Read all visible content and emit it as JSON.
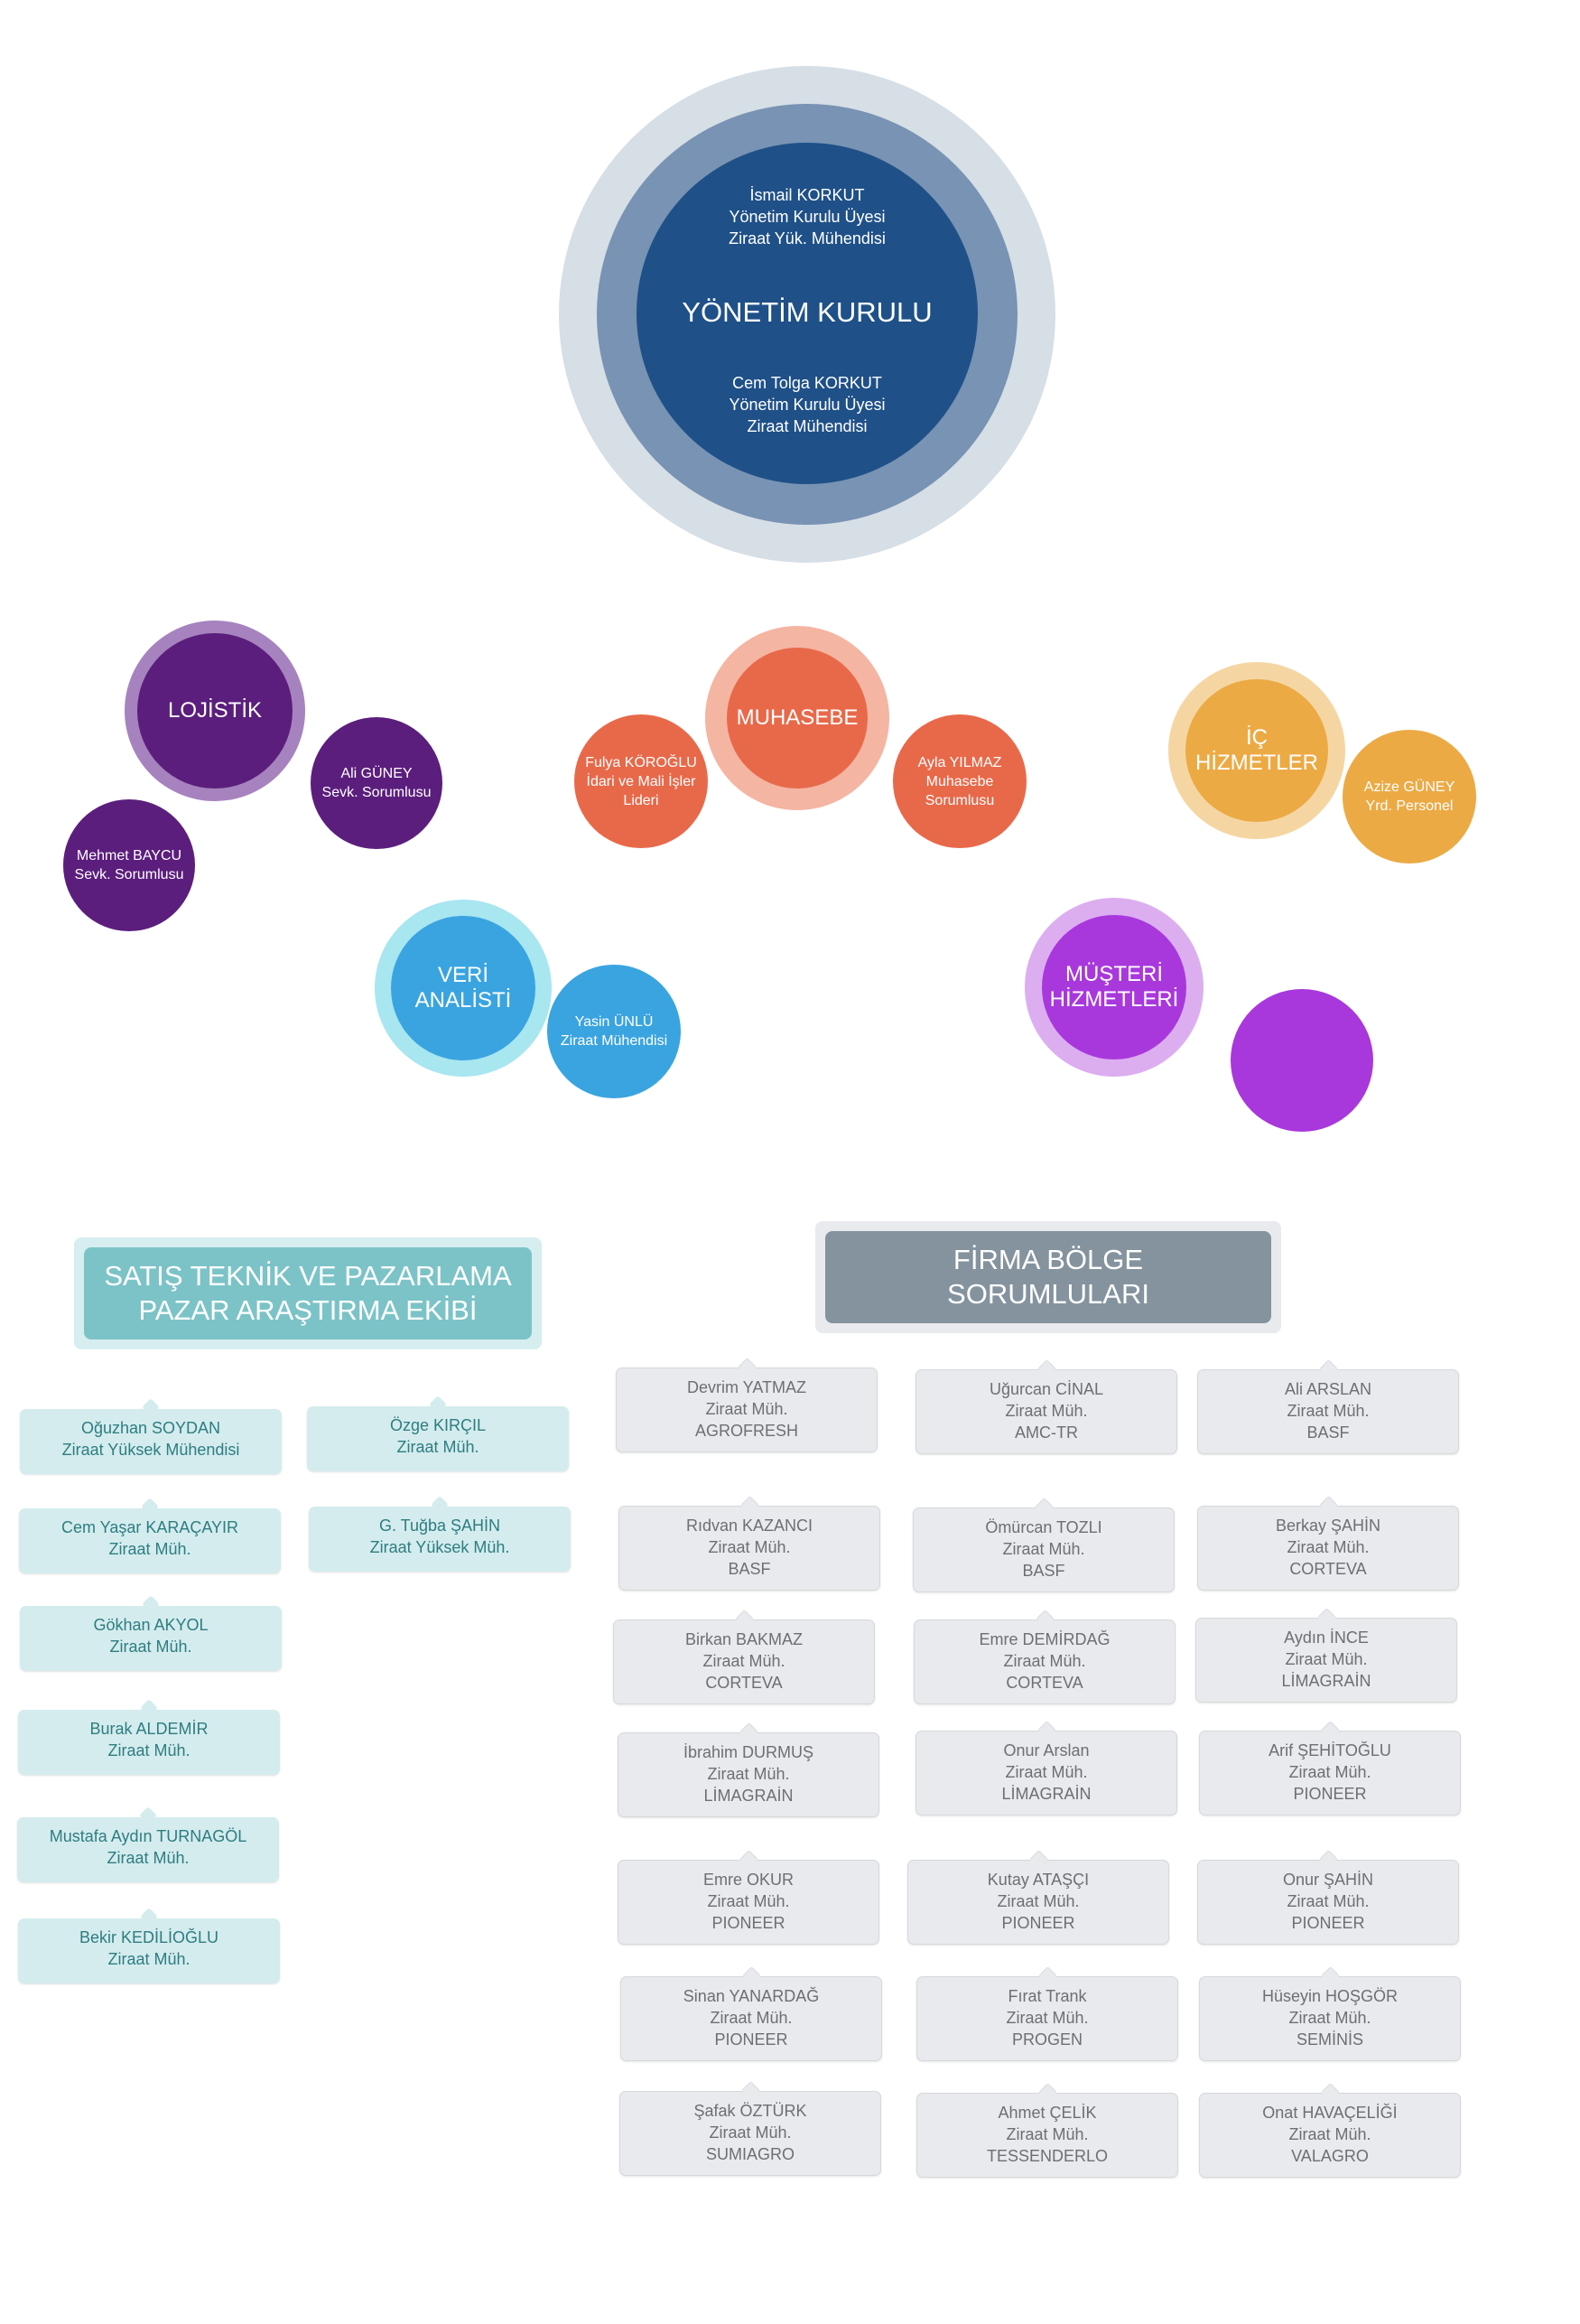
{
  "board": {
    "title": "YÖNETİM KURULU",
    "member1": "İsmail KORKUT\nYönetim Kurulu Üyesi\nZiraat Yük. Mühendisi",
    "member2": "Cem Tolga KORKUT\nYönetim Kurulu Üyesi\nZiraat Mühendisi"
  },
  "departments": {
    "lojistik": {
      "title": "LOJİSTİK",
      "staff": [
        "Ali GÜNEY\nSevk. Sorumlusu",
        "Mehmet BAYCU\nSevk. Sorumlusu"
      ]
    },
    "muhasebe": {
      "title": "MUHASEBE",
      "staff": [
        "Fulya KÖROĞLU\nİdari ve Mali İşler\nLideri",
        "Ayla YILMAZ\nMuhasebe\nSorumlusu"
      ]
    },
    "ic_hizmetler": {
      "title": "İÇ HİZMETLER",
      "staff": [
        "Azize GÜNEY\nYrd. Personel"
      ]
    },
    "veri_analisti": {
      "title": "VERİ\nANALİSTİ",
      "staff": [
        "Yasin ÜNLÜ\nZiraat Mühendisi"
      ]
    },
    "musteri_hizmetleri": {
      "title": "MÜŞTERİ\nHİZMETLERİ",
      "staff": [
        ""
      ]
    }
  },
  "sales_team": {
    "header": "SATIŞ TEKNİK VE PAZARLAMA\nPAZAR ARAŞTIRMA EKİBİ",
    "members": [
      "Oğuzhan SOYDAN\nZiraat Yüksek Mühendisi",
      "Özge KIRÇIL\nZiraat Müh.",
      "Cem Yaşar KARAÇAYIR\nZiraat Müh.",
      "G. Tuğba ŞAHİN\nZiraat Yüksek Müh.",
      "Gökhan AKYOL\nZiraat Müh.",
      "Burak ALDEMİR\nZiraat Müh.",
      "Mustafa Aydın TURNAGÖL\nZiraat Müh.",
      "Bekir KEDİLİOĞLU\nZiraat Müh."
    ]
  },
  "regional": {
    "header": "FİRMA BÖLGE\nSORUMLULARI",
    "members": [
      "Devrim YATMAZ\nZiraat Müh.\nAGROFRESH",
      "Uğurcan CİNAL\nZiraat Müh.\nAMC-TR",
      "Ali ARSLAN\nZiraat Müh.\nBASF",
      "Rıdvan KAZANCI\nZiraat Müh.\nBASF",
      "Ömürcan TOZLI\nZiraat Müh.\nBASF",
      "Berkay ŞAHİN\nZiraat Müh.\nCORTEVA",
      "Birkan BAKMAZ\nZiraat Müh.\nCORTEVA",
      "Emre DEMİRDAĞ\nZiraat Müh.\nCORTEVA",
      "Aydın İNCE\nZiraat Müh.\nLİMAGRAİN",
      "İbrahim DURMUŞ\nZiraat Müh.\nLİMAGRAİN",
      "Onur Arslan\nZiraat Müh.\nLİMAGRAİN",
      "Arif ŞEHİTOĞLU\nZiraat Müh.\nPIONEER",
      "Emre OKUR\nZiraat Müh.\nPIONEER",
      "Kutay ATAŞÇI\nZiraat Müh.\nPIONEER",
      "Onur ŞAHİN\nZiraat Müh.\nPIONEER",
      "Sinan YANARDAĞ\nZiraat Müh.\nPIONEER",
      "Fırat Trank\nZiraat Müh.\nPROGEN",
      "Hüseyin HOŞGÖR\nZiraat Müh.\nSEMİNİS",
      "Şafak ÖZTÜRK\nZiraat Müh.\nSUMIAGRO",
      "Ahmet ÇELİK\nZiraat Müh.\nTESSENDERLO",
      "Onat HAVAÇELİĞİ\nZiraat Müh.\nVALAGRO"
    ]
  },
  "colors": {
    "board_inner": "#1f5088",
    "lojistik": "#5b1e7d",
    "muhasebe": "#e8694a",
    "ic_hizmetler": "#ecaa45",
    "veri_analisti": "#3aa4e0",
    "musteri_hizmetleri": "#a838dc",
    "sales_header": "#7cc3c7",
    "regional_header": "#84939e"
  }
}
